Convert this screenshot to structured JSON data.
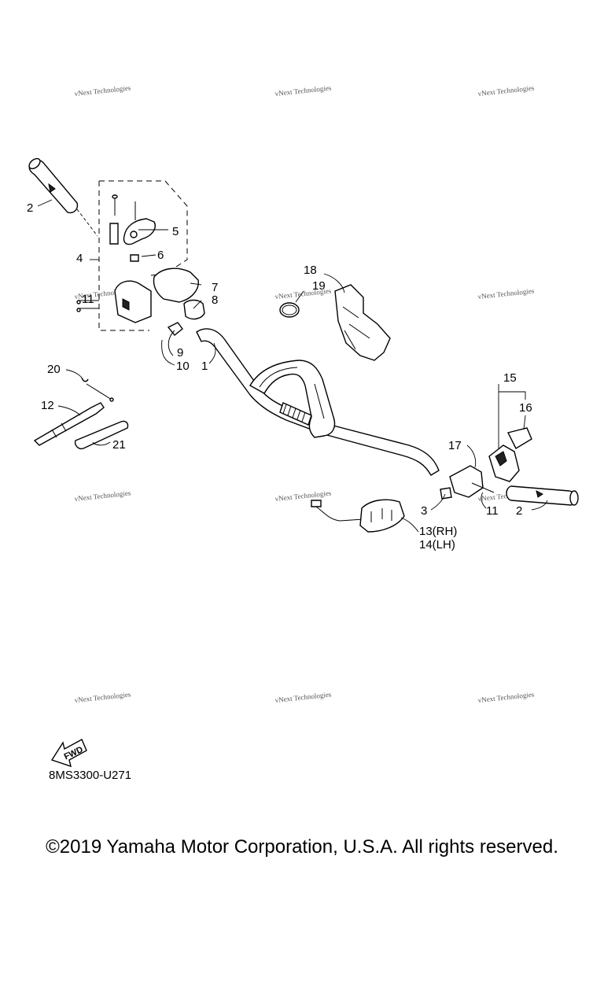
{
  "diagram": {
    "callouts": {
      "p1": "1",
      "p2a": "2",
      "p2b": "2",
      "p3": "3",
      "p4": "4",
      "p5": "5",
      "p6": "6",
      "p7": "7",
      "p8": "8",
      "p9": "9",
      "p10": "10",
      "p11a": "11",
      "p11b": "11",
      "p12": "12",
      "p13": "13(RH)",
      "p14": "14(LH)",
      "p15": "15",
      "p16": "16",
      "p17": "17",
      "p18": "18",
      "p19": "19",
      "p20": "20",
      "p21": "21"
    },
    "fwd_label": "FWD",
    "watermark_text": "vNext Technologies",
    "diagram_code": "8MS3300-U271"
  },
  "footer": {
    "copyright": "©2019 Yamaha Motor Corporation, U.S.A. All rights reserved."
  }
}
